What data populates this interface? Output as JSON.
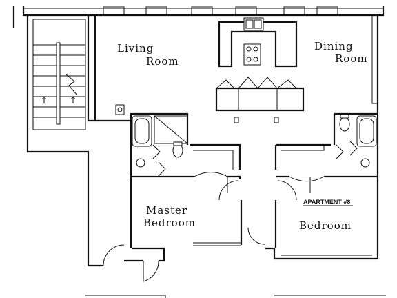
{
  "rooms": {
    "living_room_line1": "Living",
    "living_room_line2": "Room",
    "dining_room_line1": "Dining",
    "dining_room_line2": "Room",
    "master_bedroom_line1": "Master",
    "master_bedroom_line2": "Bedroom",
    "bedroom": "Bedroom"
  },
  "apartment_label": "APARTMENT #8"
}
